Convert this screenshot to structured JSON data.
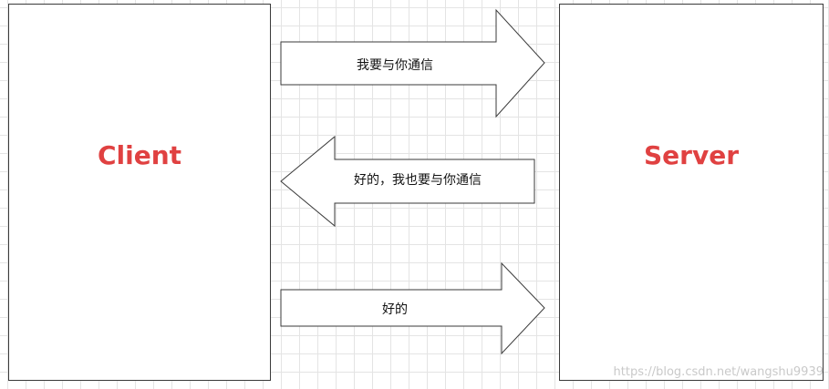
{
  "nodes": {
    "client": {
      "label": "Client"
    },
    "server": {
      "label": "Server"
    }
  },
  "messages": [
    {
      "text": "我要与你通信",
      "direction": "client-to-server"
    },
    {
      "text": "好的，我也要与你通信",
      "direction": "server-to-client"
    },
    {
      "text": "好的",
      "direction": "client-to-server"
    }
  ],
  "watermark": "https://blog.csdn.net/wangshu9939",
  "colors": {
    "node_label": "#e04141",
    "outline": "#3a3a3a",
    "grid": "#e4e4e4",
    "watermark": "#c9c9c9"
  }
}
